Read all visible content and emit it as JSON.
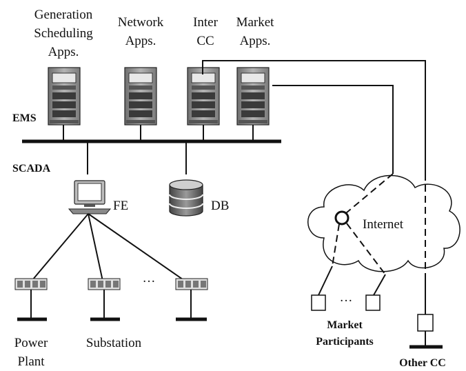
{
  "labels": {
    "gen_line1": "Generation",
    "gen_line2": "Scheduling",
    "gen_line3": "Apps.",
    "net_line1": "Network",
    "net_line2": "Apps.",
    "inter_line1": "Inter",
    "inter_line2": "CC",
    "market_line1": "Market",
    "market_line2": "Apps.",
    "ems": "EMS",
    "scada": "SCADA",
    "fe": "FE",
    "db": "DB",
    "internet": "Internet",
    "power_line1": "Power",
    "power_line2": "Plant",
    "substation": "Substation",
    "rtu_ellipsis": "···",
    "mp_ellipsis": "···",
    "mp_line1": "Market",
    "mp_line2": "Participants",
    "other_cc": "Other CC"
  },
  "colors": {
    "line": "#111111",
    "server_body": "#8c8c8c",
    "server_dark": "#3a3a3a",
    "monitor_screen": "#ffffff",
    "db_band": "#555555",
    "cloud_fill": "#ffffff"
  }
}
